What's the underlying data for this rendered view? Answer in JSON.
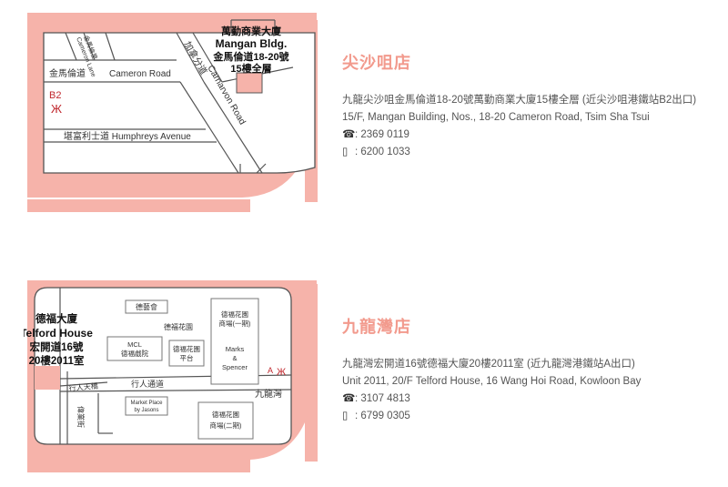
{
  "stores": [
    {
      "name": "尖沙咀店",
      "address_zh": "九龍尖沙咀金馬倫道18-20號萬勤商業大廈15樓全層 (近尖沙咀港鐵站B2出口)",
      "address_en": "15/F, Mangan Building, Nos., 18-20 Cameron Road, Tsim Sha Tsui",
      "phone": ": 2369 0119",
      "mobile": ": 6200 1033",
      "phone_icon": "phone-icon",
      "mobile_icon": "mobile-icon",
      "map": {
        "building_zh": "萬勤商業大廈",
        "building_en": "Mangan Bldg.",
        "address_line": "金馬倫道18-20號",
        "floor": "15樓全層",
        "road_cameron_zh": "金馬倫道",
        "road_cameron_en": "Cameron Road",
        "lane_zh": "金馬倫里",
        "lane_en": "Cameron Lane",
        "road_carnarvon_zh": "加拿分道",
        "road_carnarvon_en": "Carnarvon Road",
        "road_humphreys": "堪富利士道 Humphreys Avenue",
        "exit": "B2",
        "mtr_symbol": "Ж"
      }
    },
    {
      "name": "九龍灣店",
      "address_zh": "九龍灣宏開道16號德福大廈20樓2011室 (近九龍灣港鐵站A出口)",
      "address_en": "Unit 2011, 20/F Telford House, 16 Wang Hoi Road, Kowloon Bay",
      "phone": ": 3107 4813",
      "mobile": ": 6799 0305",
      "phone_icon": "phone-icon",
      "mobile_icon": "mobile-icon",
      "map": {
        "building_zh": "德福大廈",
        "building_en": "Telford House",
        "address_line": "宏開道16號",
        "floor": "20樓2011室",
        "theatre": "德藝會",
        "garden": "德福花園",
        "mcl_1": "MCL",
        "mcl_2": "德福戲院",
        "garden_podium_1": "德福花園",
        "garden_podium_2": "平台",
        "mall1_1": "德福花園",
        "mall1_2": "商場(一期)",
        "marks_1": "Marks",
        "marks_2": "&",
        "marks_3": "Spencer",
        "walkway": "行人通道",
        "footbridge": "行人天橋",
        "street": "偉業街",
        "market_1": "Market Place",
        "market_2": "by Jasons",
        "mall2_1": "德福花園",
        "mall2_2": "商場(二期)",
        "exit": "A",
        "mtr_symbol": "Ж",
        "station": "九龍灣"
      }
    }
  ]
}
